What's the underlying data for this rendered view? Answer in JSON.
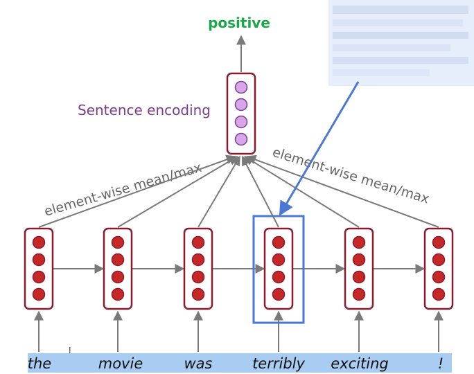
{
  "output_label": "positive",
  "encoding_label": "Sentence encoding",
  "pool_label_left": "element-wise mean/max",
  "pool_label_right": "element-wise mean/max",
  "words": [
    "the",
    "movie",
    "was",
    "terribly",
    "exciting",
    "!"
  ],
  "cells_per_vector": 4,
  "highlighted_word_index": 3,
  "colors": {
    "output_text": "#1aa84a",
    "encoding_text": "#7a3d8e",
    "encoding_dot": "#d6a6e6",
    "hidden_box": "#8a1a2e",
    "hidden_dot": "#c62828",
    "arrow": "#7a7a7a",
    "highlight": "#4a78d4",
    "word_band": "#a9cdf2"
  }
}
